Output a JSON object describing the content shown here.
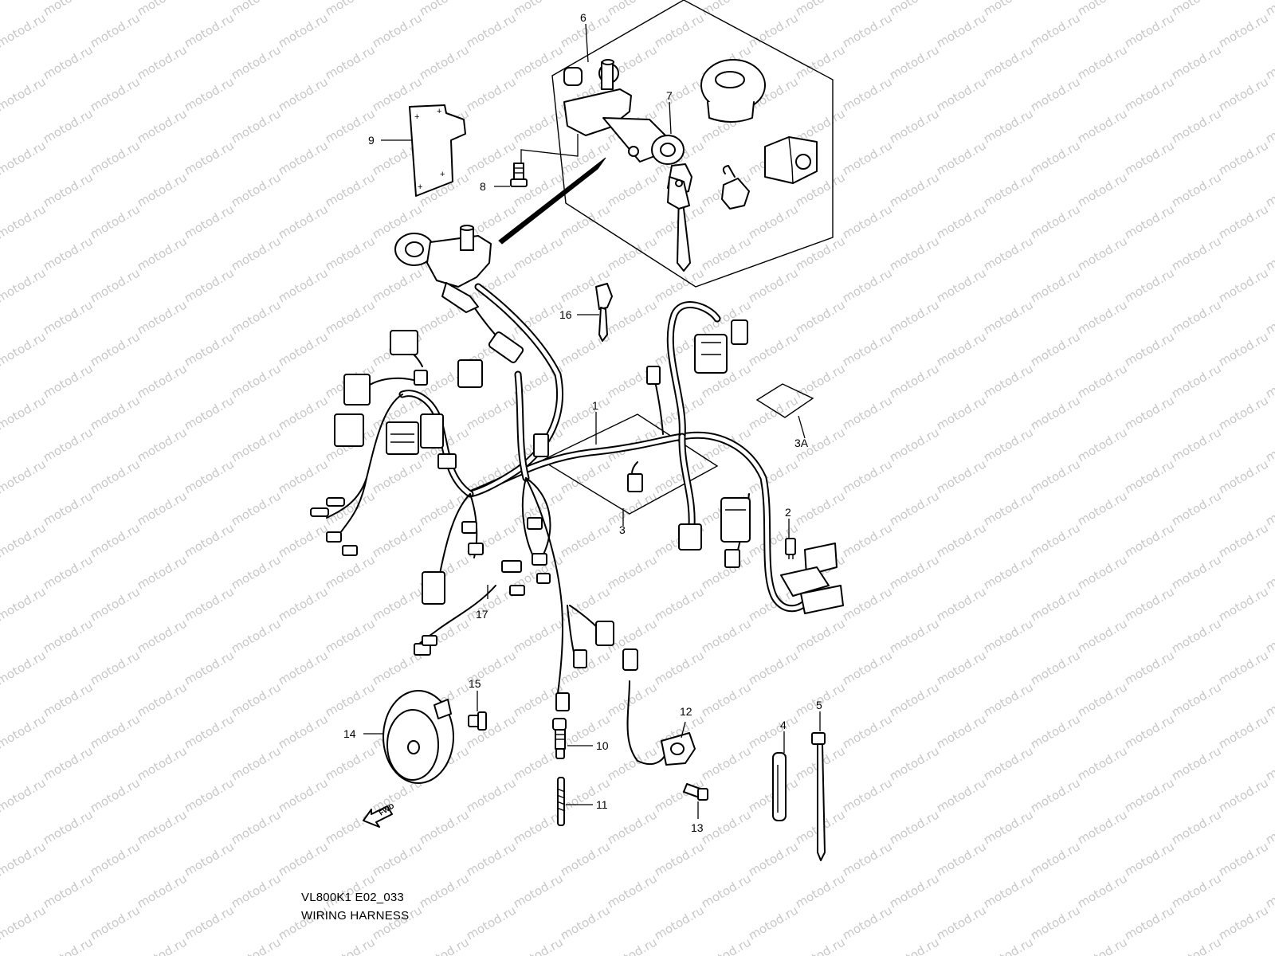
{
  "watermark": "motod.ru",
  "caption": {
    "code": "VL800K1 E02_033",
    "title": "WIRING HARNESS"
  },
  "fwd_label": "FWD",
  "callouts": [
    "1",
    "2",
    "3",
    "3A",
    "4",
    "5",
    "6",
    "7",
    "8",
    "9",
    "10",
    "11",
    "12",
    "13",
    "14",
    "15",
    "16",
    "17"
  ],
  "colors": {
    "line": "#000000",
    "background": "#ffffff",
    "watermark": "#c8c8c8"
  }
}
